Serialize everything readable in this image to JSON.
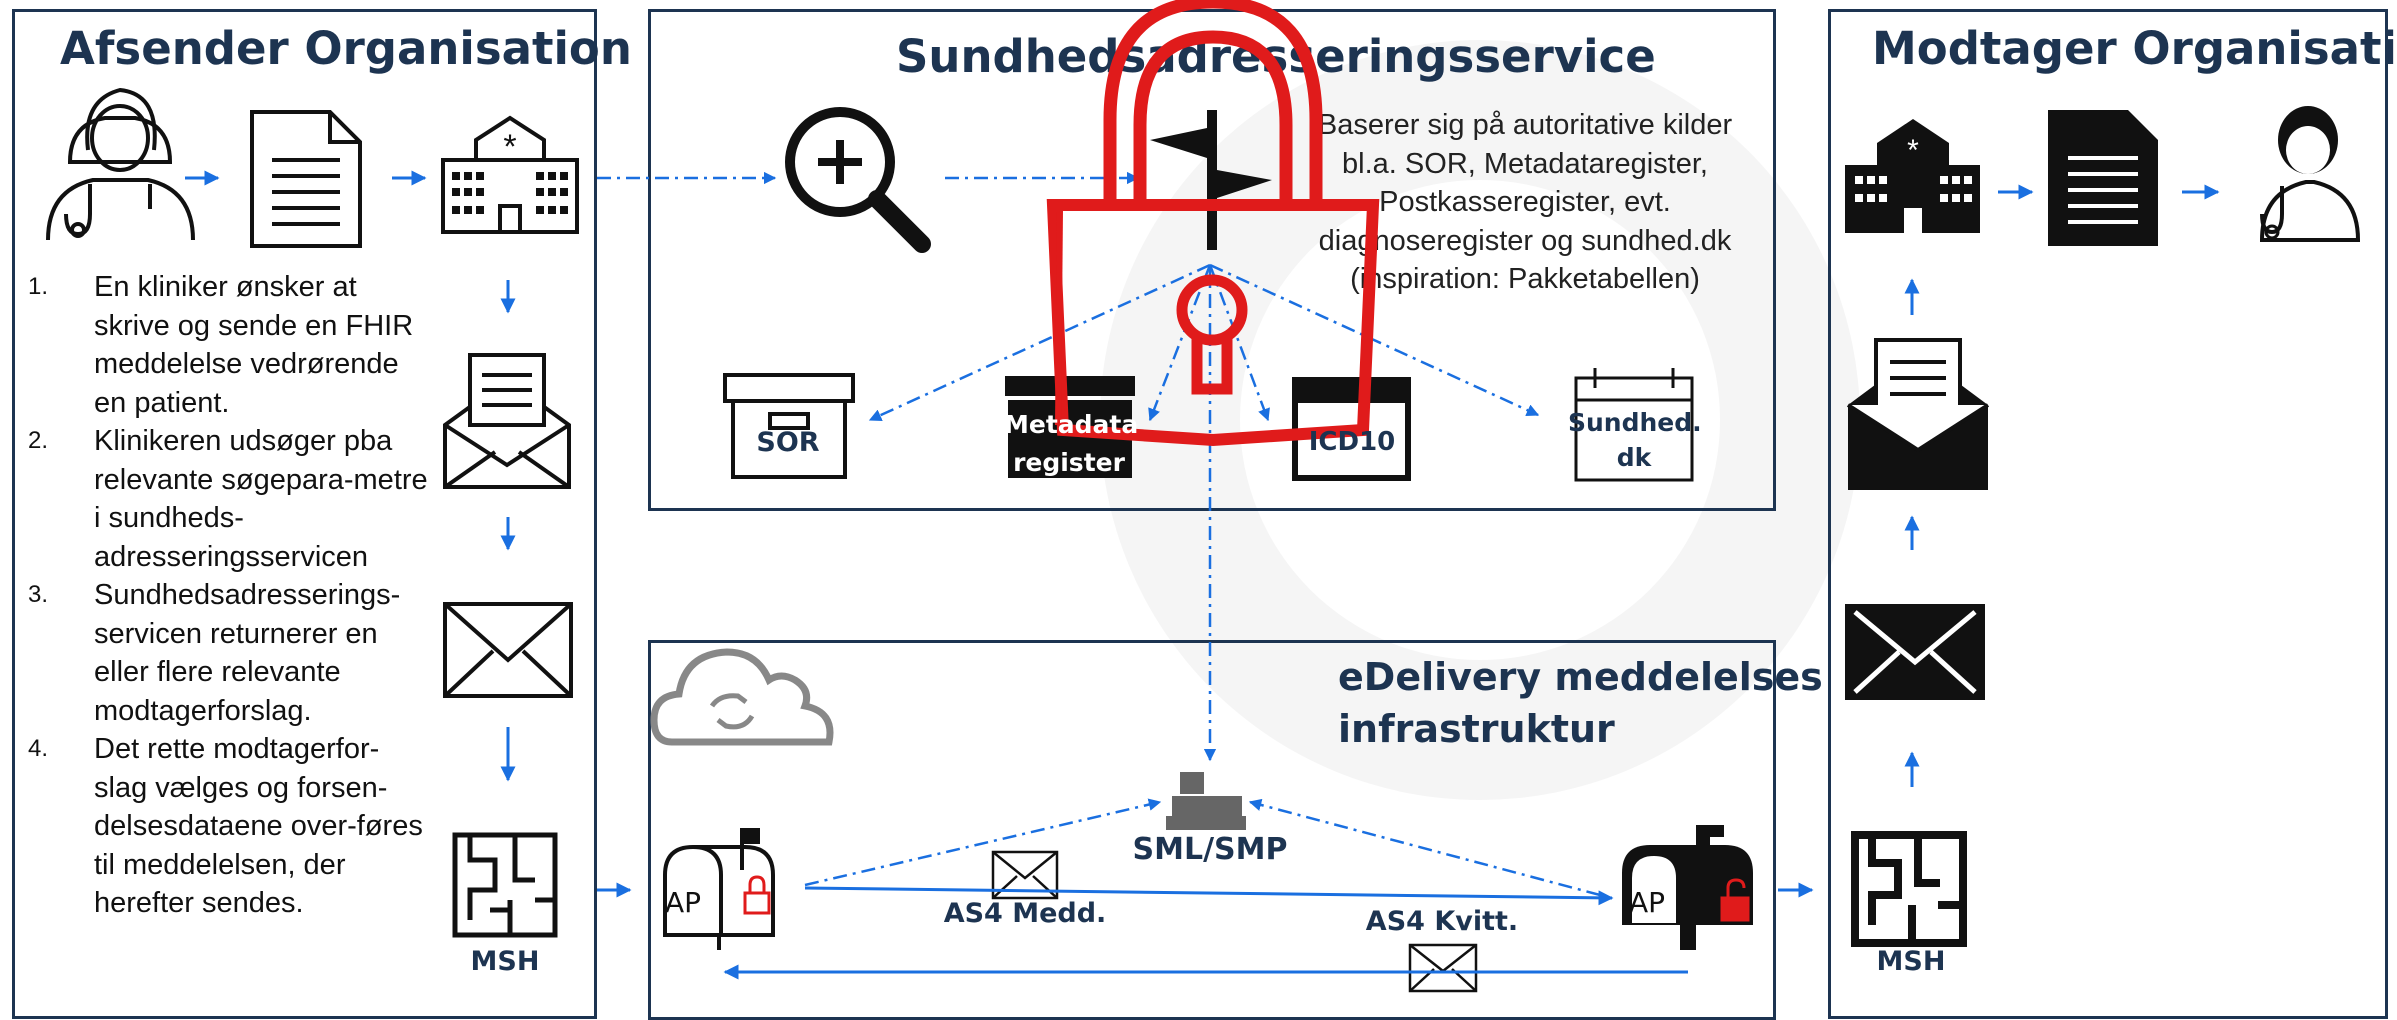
{
  "colors": {
    "navy": "#1d3451",
    "arrow_blue": "#1a6fe0",
    "lock_red": "#e01b1b",
    "icon_black": "#111111",
    "cloud_gray": "#888888"
  },
  "sender": {
    "title": "Afsender Organisation",
    "steps": [
      {
        "num": "1.",
        "text": "En kliniker ønsker at skrive og sende en FHIR meddelelse vedrørende en patient."
      },
      {
        "num": "2.",
        "text": "Klinikeren udsøger pba relevante søgepara-metre i sundheds-adresseringsservicen"
      },
      {
        "num": "3.",
        "text": "Sundhedsadresserings-servicen returnerer en eller flere relevante modtagerforslag."
      },
      {
        "num": "4.",
        "text": "Det rette modtagerfor-slag vælges og forsen-delsesdataene over-føres til meddelelsen, der herefter sendes."
      }
    ],
    "msh_label": "MSH"
  },
  "service": {
    "title": "Sundhedsadresseringsservice",
    "info_lines": [
      "Baserer sig på autoritative kilder",
      "bl.a. SOR, Metadataregister,",
      "Postkasseregister, evt.",
      "diagnoseregister og sundhed.dk",
      "(inspiration: Pakketabellen)"
    ],
    "sources": {
      "sor": "SOR",
      "metadata_1": "Metadata",
      "metadata_2": "register",
      "icd": "ICD10",
      "sundhed_1": "Sundhed.",
      "sundhed_2": "dk"
    }
  },
  "edelivery": {
    "title_1": "eDelivery meddelelses",
    "title_2": "infrastruktur",
    "sml_label": "SML/SMP",
    "ap_left": "AP",
    "ap_right": "AP",
    "as4_medd": "AS4 Medd.",
    "as4_kvitt": "AS4 Kvitt."
  },
  "receiver": {
    "title": "Modtager Organisation",
    "msh_label": "MSH"
  }
}
